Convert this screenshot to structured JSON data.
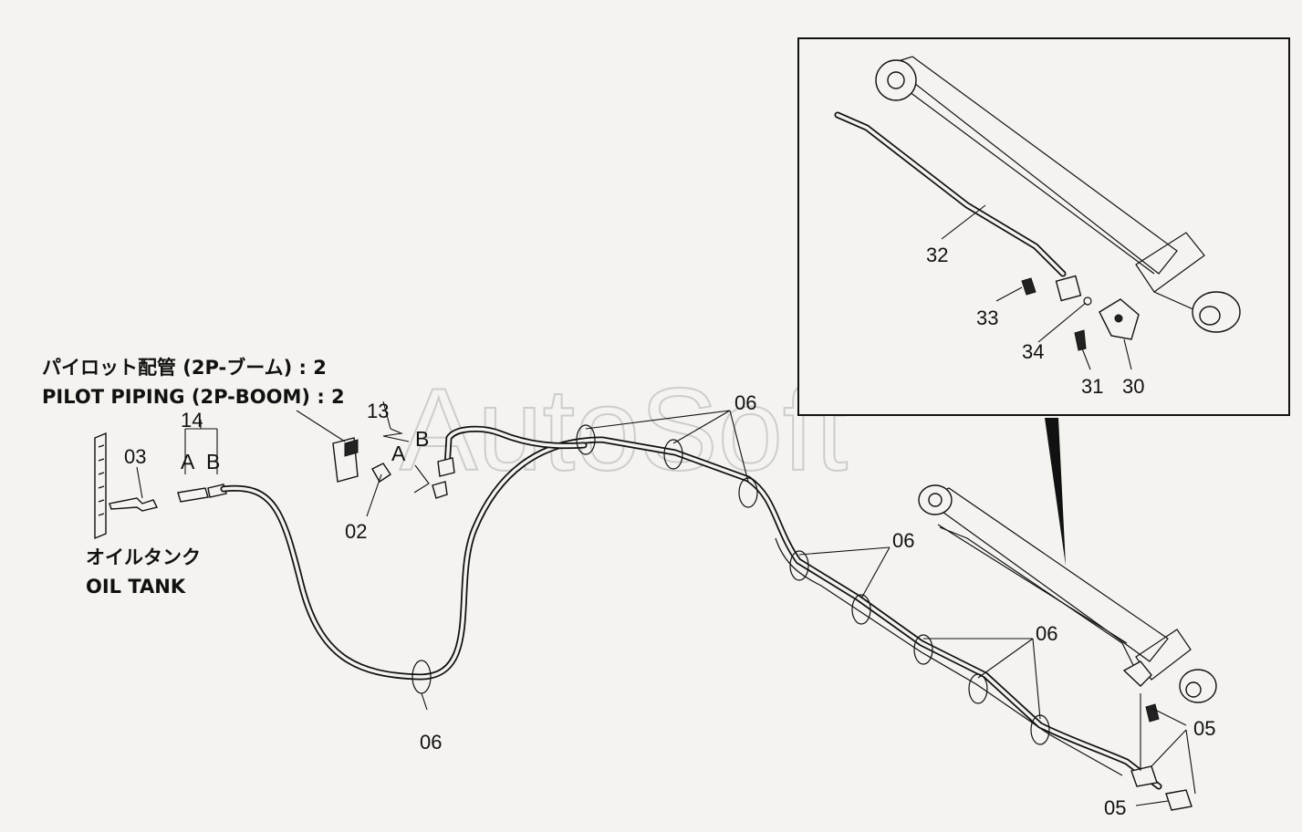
{
  "watermark": "AutoSoft",
  "title": {
    "jp": "パイロット配管 (2P-ブーム) : 2",
    "en": "PILOT PIPING (2P-BOOM) : 2"
  },
  "tank_label": {
    "jp": "オイルタンク",
    "en": "OIL TANK"
  },
  "callouts": {
    "p02": "02",
    "p03": "03",
    "p05a": "05",
    "p05b": "05",
    "p06_top": "06",
    "p06_mid": "06",
    "p06_low": "06",
    "p06_bottom": "06",
    "p13": "13",
    "p14": "14",
    "p30": "30",
    "p31": "31",
    "p32": "32",
    "p33": "33",
    "p34": "34"
  },
  "port_labels": {
    "hose_a": "A",
    "hose_b": "B",
    "valve_a": "A",
    "valve_b": "B"
  },
  "inset": {
    "description_visible": false
  }
}
